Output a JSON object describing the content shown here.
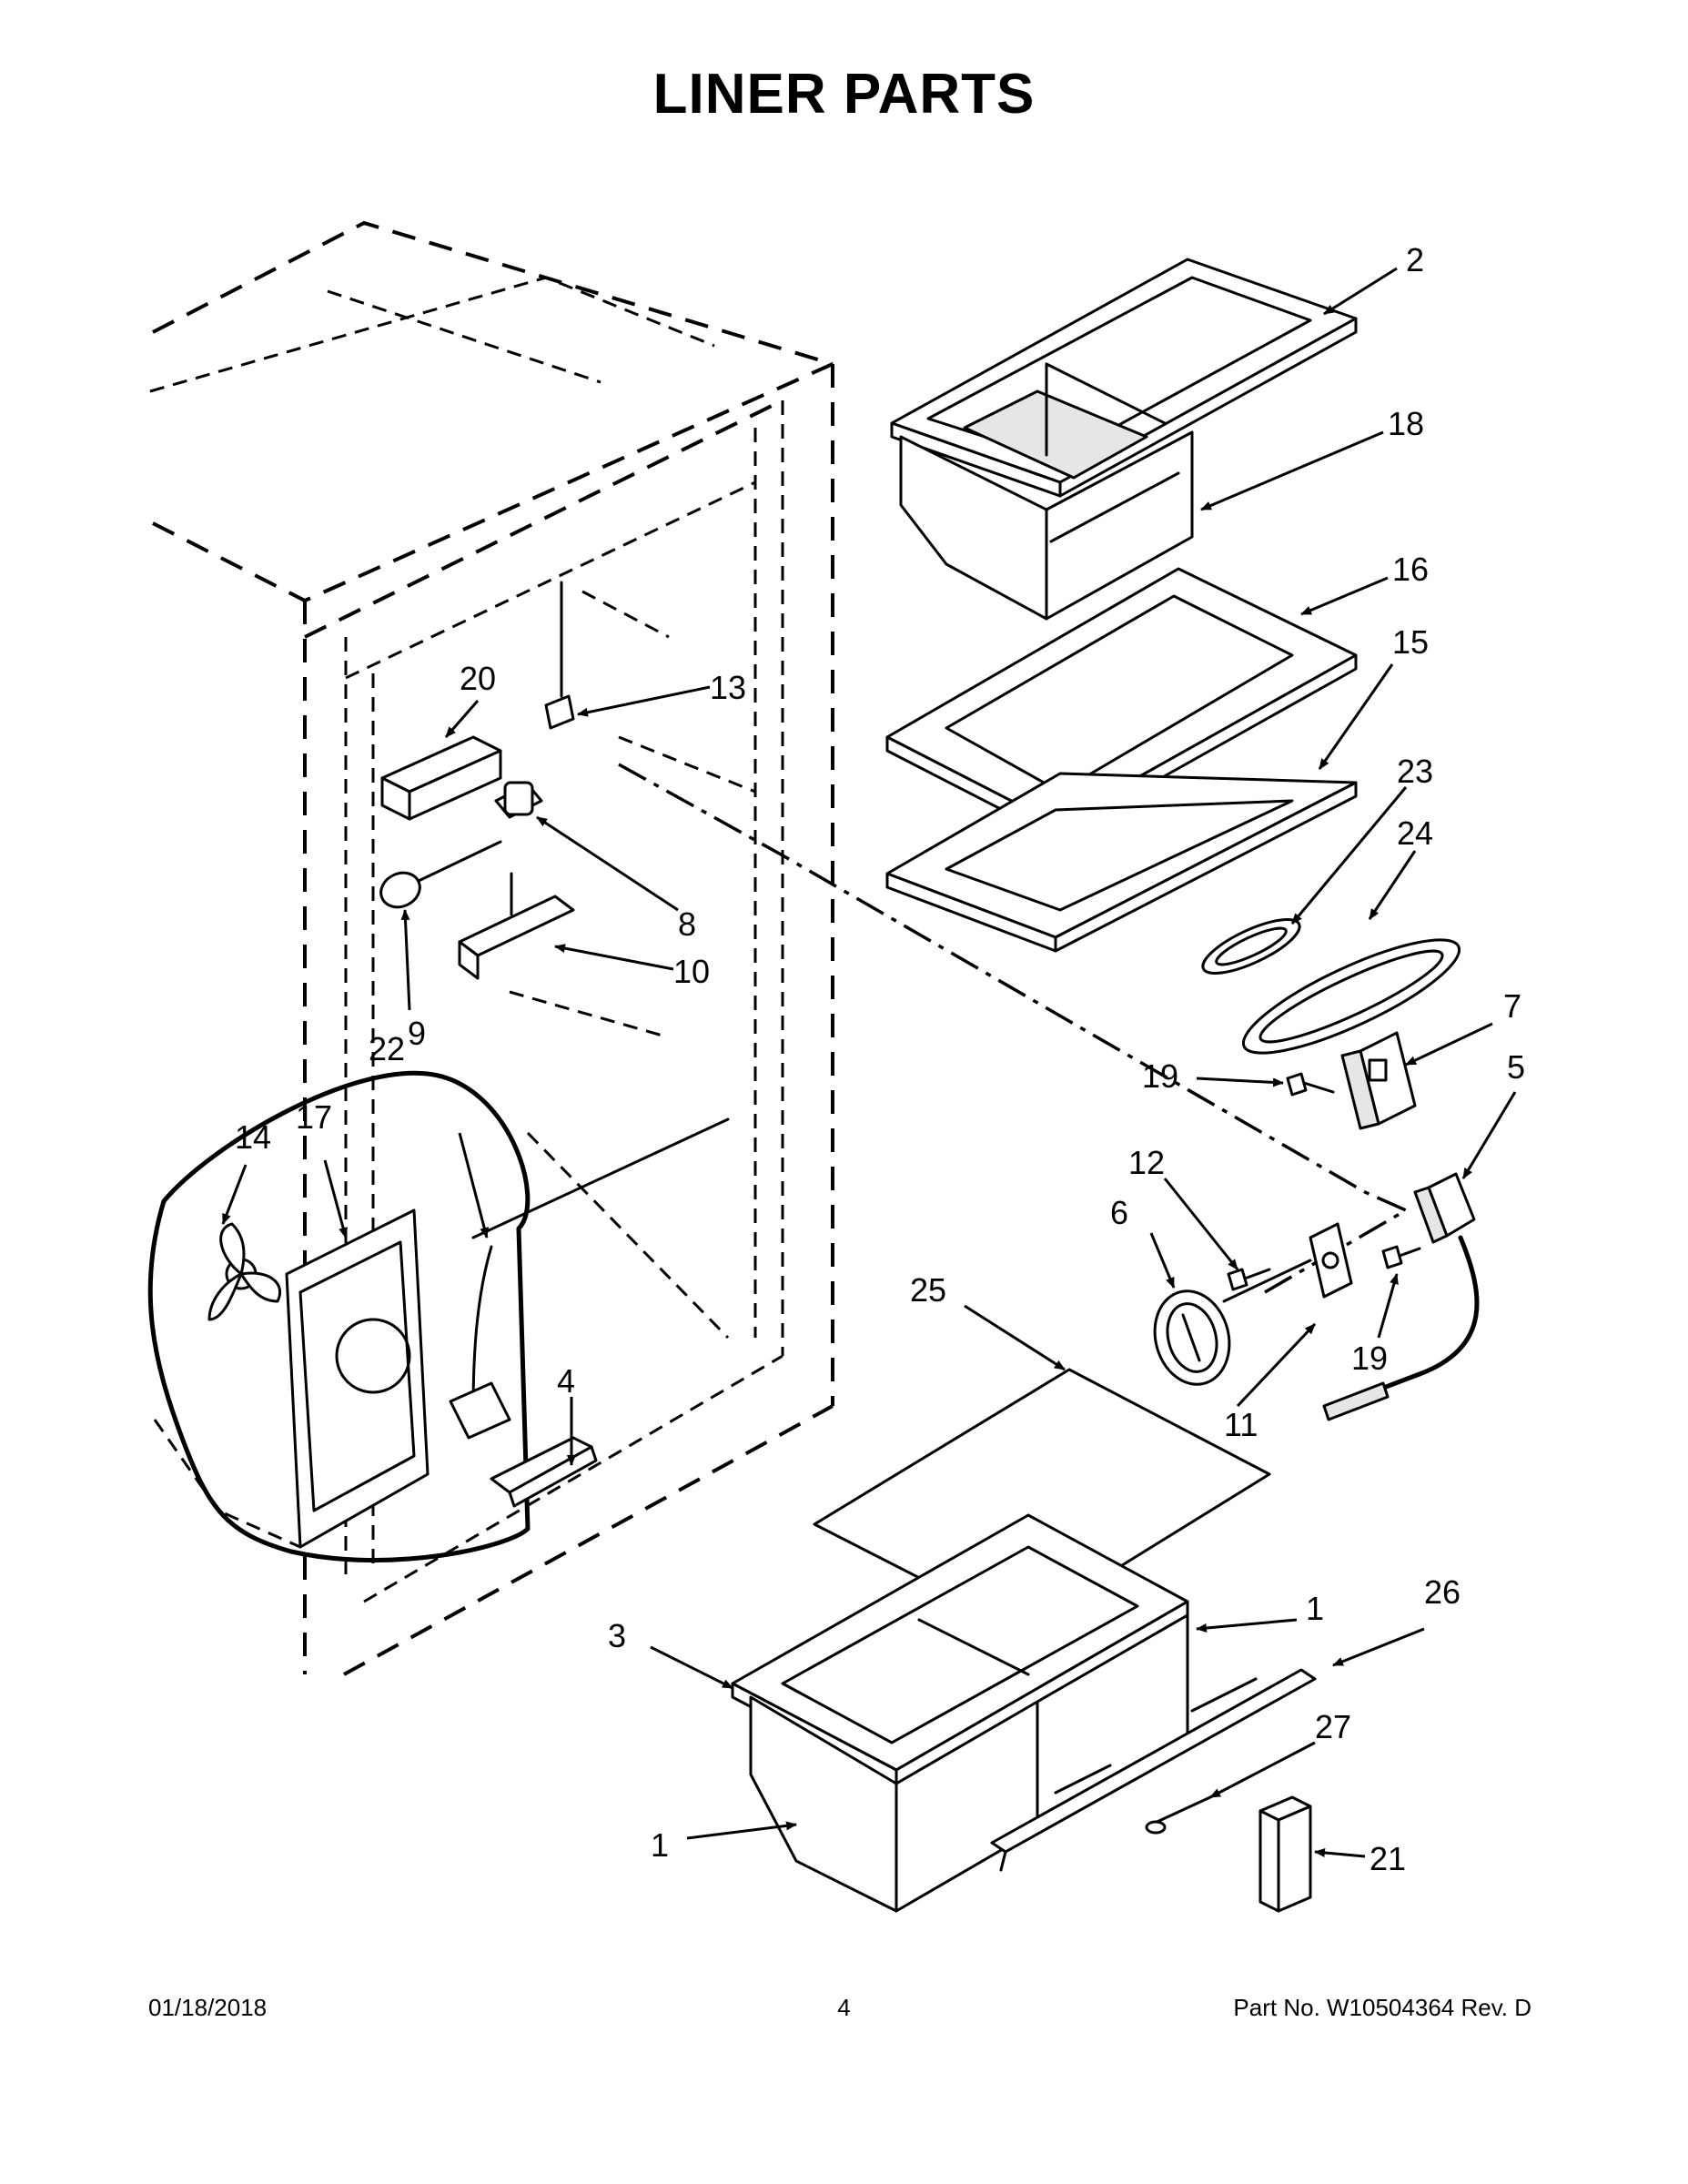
{
  "title": "LINER PARTS",
  "footer": {
    "date": "01/18/2018",
    "page": "4",
    "part_number": "Part No.  W10504364  Rev.  D"
  },
  "callouts": [
    "1",
    "1",
    "2",
    "3",
    "4",
    "5",
    "6",
    "7",
    "8",
    "9",
    "10",
    "11",
    "12",
    "13",
    "14",
    "15",
    "16",
    "17",
    "18",
    "19",
    "19",
    "20",
    "21",
    "22",
    "23",
    "24",
    "25",
    "26",
    "27"
  ],
  "labels": {
    "l1a": "1",
    "l1b": "1",
    "l2": "2",
    "l3": "3",
    "l4": "4",
    "l5": "5",
    "l6": "6",
    "l7": "7",
    "l8": "8",
    "l9": "9",
    "l10": "10",
    "l11": "11",
    "l12": "12",
    "l13": "13",
    "l14": "14",
    "l15": "15",
    "l16": "16",
    "l17": "17",
    "l18": "18",
    "l19a": "19",
    "l19b": "19",
    "l20": "20",
    "l21": "21",
    "l22": "22",
    "l23": "23",
    "l24": "24",
    "l25": "25",
    "l26": "26",
    "l27": "27"
  }
}
